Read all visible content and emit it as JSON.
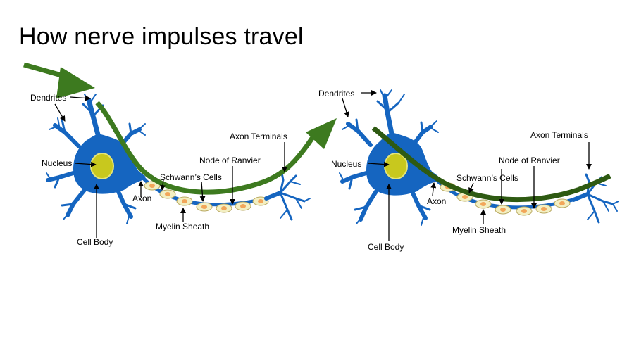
{
  "slide": {
    "title": "How nerve impulses travel"
  },
  "colors": {
    "neuron_blue": "#1565c0",
    "nucleus_yellow": "#c8c81e",
    "myelin_cream": "#f3efc2",
    "myelin_orange": "#f2a65a",
    "impulse_green": "#3d7a1f",
    "impulse_dark_green": "#2e5a12"
  },
  "neuron_left": {
    "labels": {
      "dendrites": "Dendrites",
      "nucleus": "Nucleus",
      "cell_body": "Cell Body",
      "axon": "Axon",
      "schwanns_cells": "Schwann’s Cells",
      "myelin_sheath": "Myelin Sheath",
      "node_of_ranvier": "Node of Ranvier",
      "axon_terminals": "Axon Terminals"
    }
  },
  "neuron_right": {
    "labels": {
      "dendrites": "Dendrites",
      "nucleus": "Nucleus",
      "cell_body": "Cell Body",
      "axon": "Axon",
      "schwanns_cells": "Schwann’s Cells",
      "myelin_sheath": "Myelin Sheath",
      "node_of_ranvier": "Node of Ranvier",
      "axon_terminals": "Axon Terminals"
    }
  }
}
